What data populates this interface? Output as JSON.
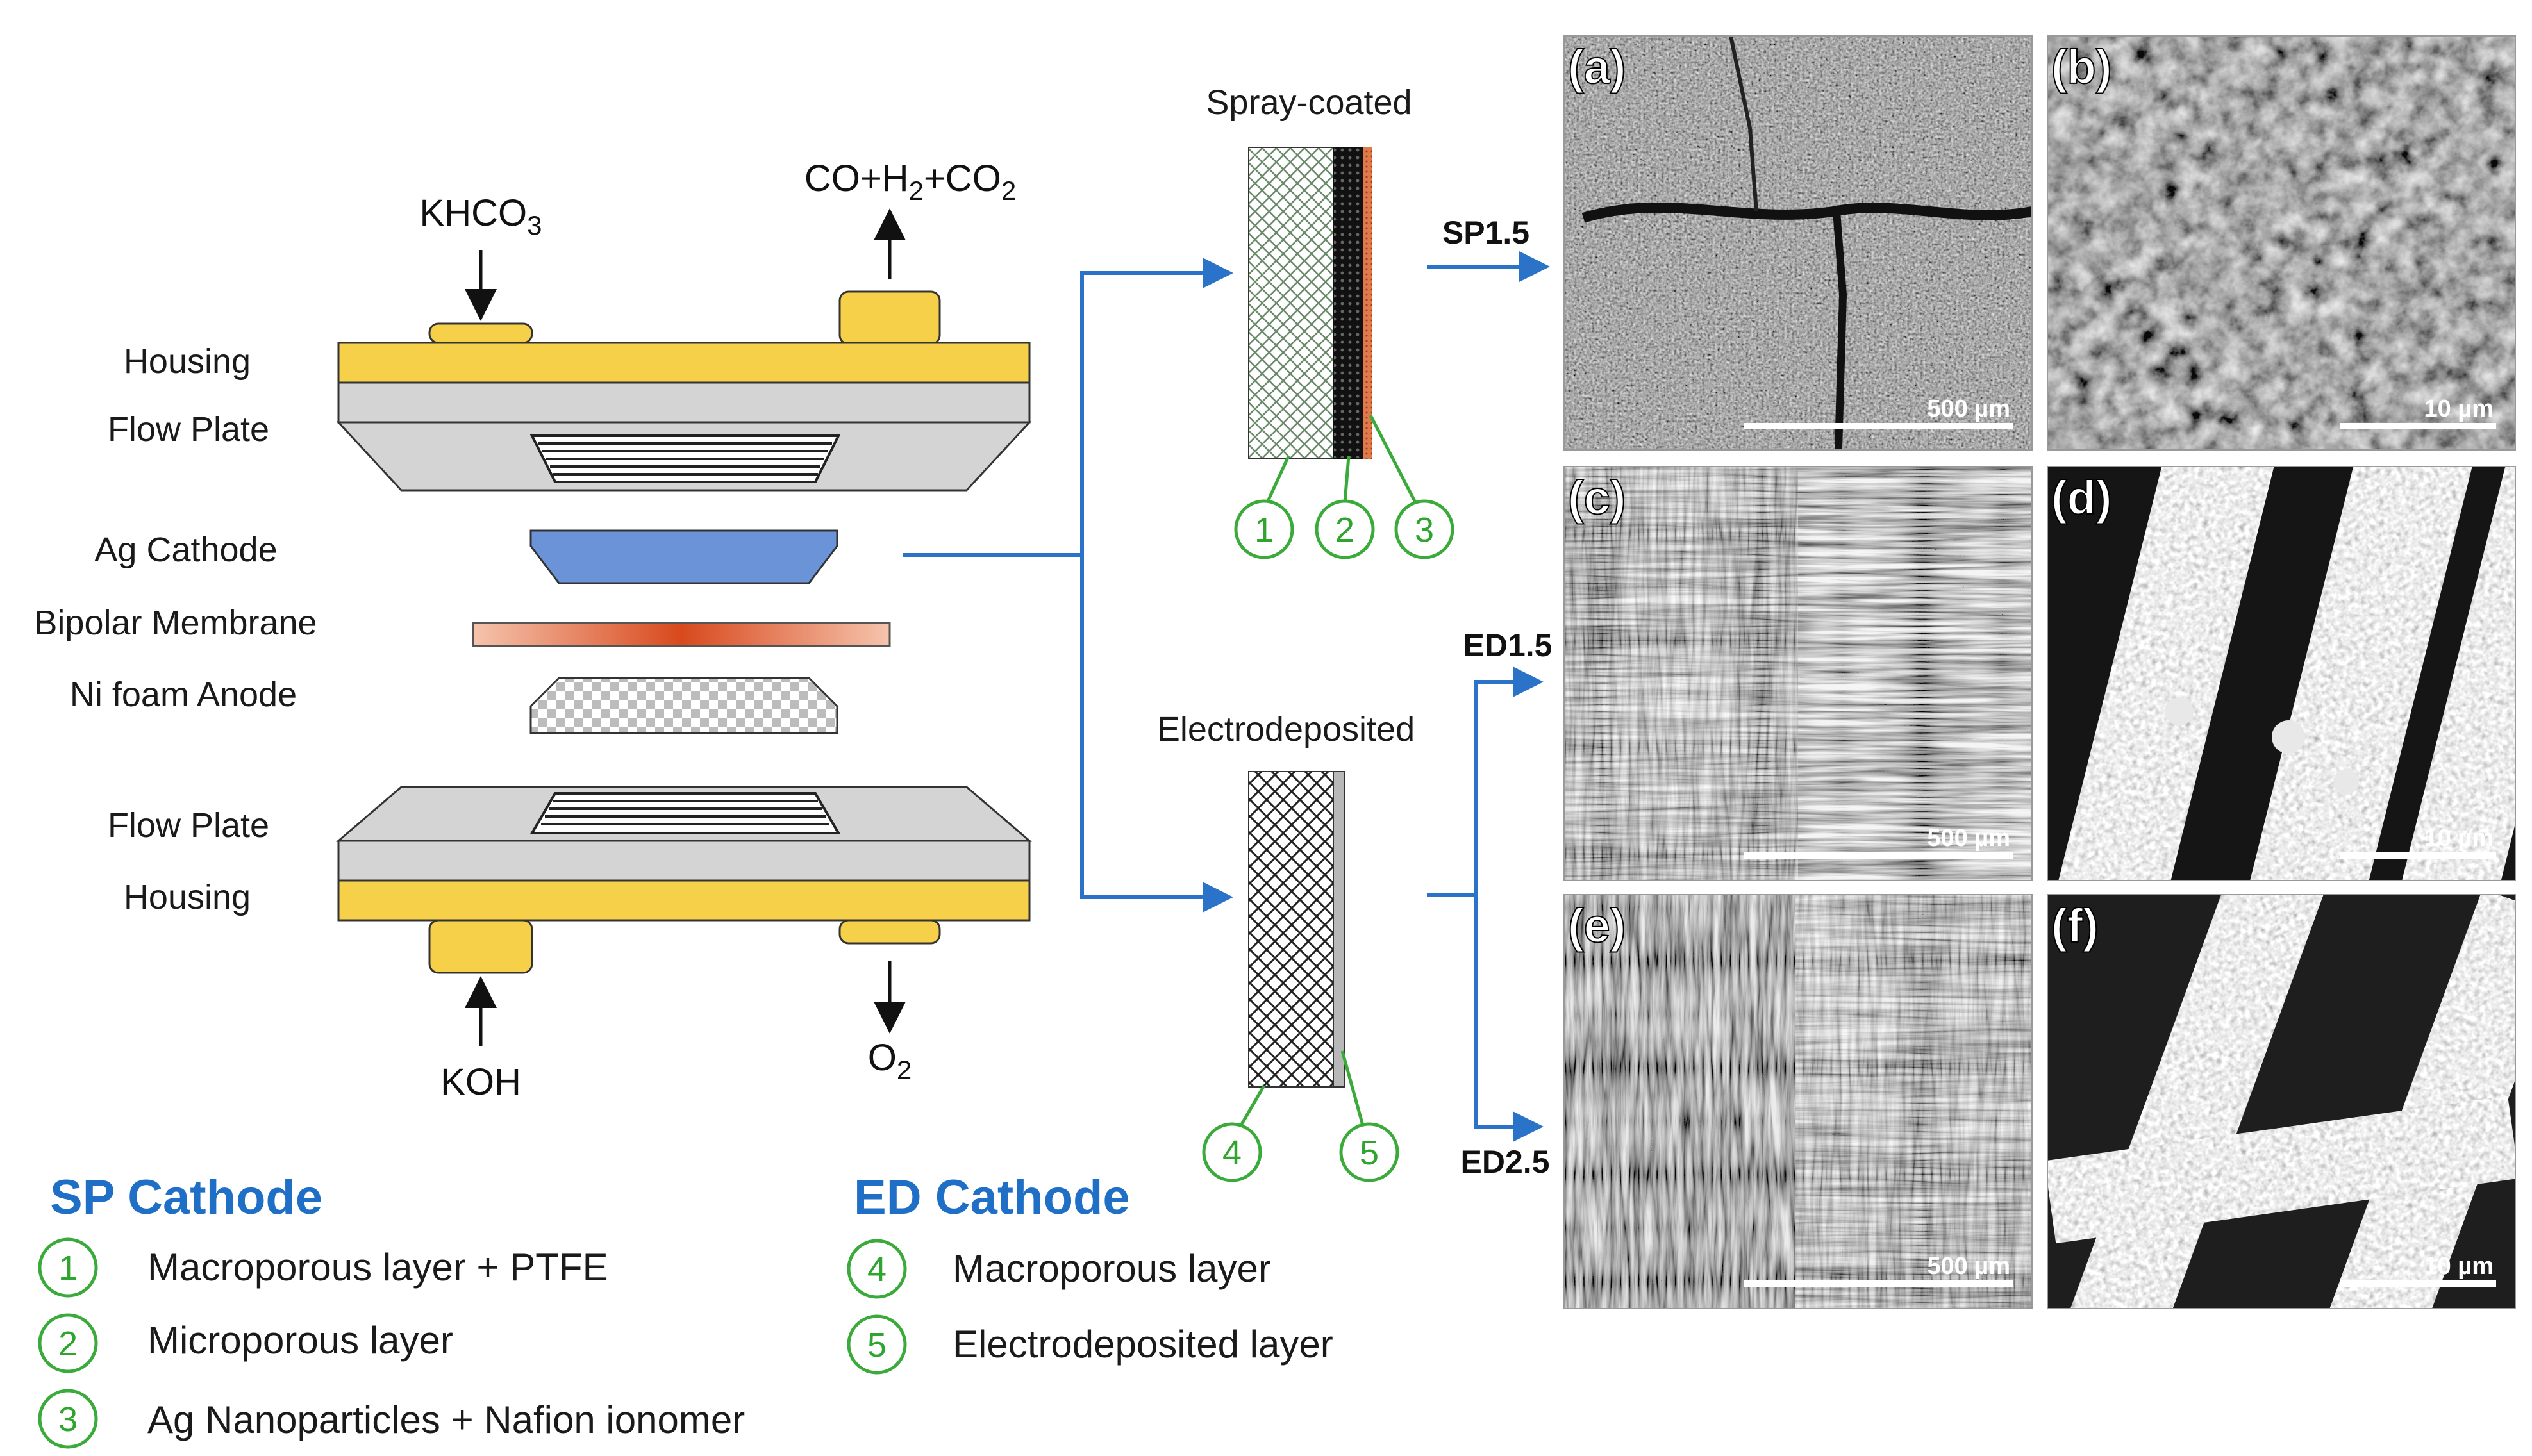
{
  "colors": {
    "housing": "#f7d04a",
    "flow_plate": "#d4d4d4",
    "cathode": "#6a93d8",
    "membrane": "#f0a787",
    "arrow_blue": "#2a73c8",
    "callout_green": "#3aaa3a",
    "legend_blue": "#1f6fc6",
    "ag_layer": "#e07a4a"
  },
  "cell": {
    "inlet_top": "KHCO",
    "inlet_top_sub": "3",
    "outlet_top_a": "CO+H",
    "outlet_top_sub_a": "2",
    "outlet_top_b": "+CO",
    "outlet_top_sub_b": "2",
    "housing_top": "Housing",
    "flow_plate_top": "Flow Plate",
    "cathode": "Ag Cathode",
    "membrane": "Bipolar Membrane",
    "anode": "Ni foam Anode",
    "flow_plate_bottom": "Flow Plate",
    "housing_bottom": "Housing",
    "inlet_bottom": "KOH",
    "outlet_bottom": "O",
    "outlet_bottom_sub": "2"
  },
  "electrodes": {
    "spray_title": "Spray-coated",
    "ed_title": "Electrodeposited",
    "spray_callouts": [
      "1",
      "2",
      "3"
    ],
    "ed_callouts": [
      "4",
      "5"
    ]
  },
  "branches": {
    "sp": "SP1.5",
    "ed1": "ED1.5",
    "ed2": "ED2.5"
  },
  "legend": {
    "sp_title": "SP Cathode",
    "sp_items": [
      {
        "num": "1",
        "text": "Macroporous layer + PTFE"
      },
      {
        "num": "2",
        "text": "Microporous layer"
      },
      {
        "num": "3",
        "text": "Ag Nanoparticles + Nafion ionomer"
      }
    ],
    "ed_title": "ED Cathode",
    "ed_items": [
      {
        "num": "4",
        "text": "Macroporous layer"
      },
      {
        "num": "5",
        "text": "Electrodeposited layer"
      }
    ]
  },
  "panels": [
    {
      "letter": "(a)",
      "scale": "500 µm"
    },
    {
      "letter": "(b)",
      "scale": "10 µm"
    },
    {
      "letter": "(c)",
      "scale": "500 µm"
    },
    {
      "letter": "(d)",
      "scale": "10 µm"
    },
    {
      "letter": "(e)",
      "scale": "500 µm"
    },
    {
      "letter": "(f)",
      "scale": "10 µm"
    }
  ]
}
